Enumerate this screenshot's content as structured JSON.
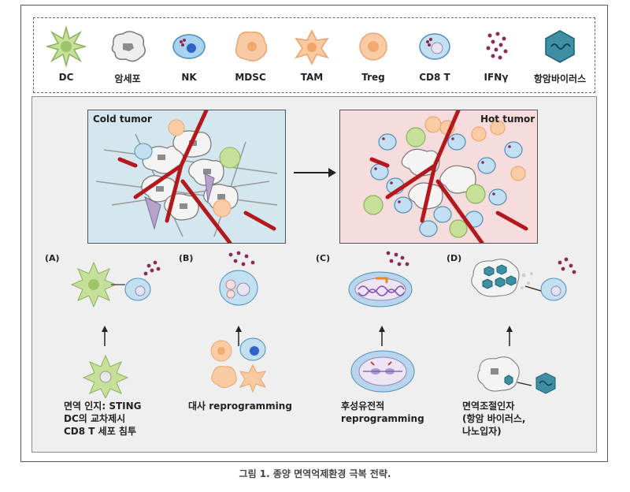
{
  "legend": {
    "items": [
      {
        "label": "DC",
        "icon": "dc-icon"
      },
      {
        "label": "암세포",
        "icon": "cancer-cell-icon"
      },
      {
        "label": "NK",
        "icon": "nk-cell-icon"
      },
      {
        "label": "MDSC",
        "icon": "mdsc-icon"
      },
      {
        "label": "TAM",
        "icon": "tam-icon"
      },
      {
        "label": "Treg",
        "icon": "treg-icon"
      },
      {
        "label": "CD8 T",
        "icon": "cd8-t-cell-icon"
      },
      {
        "label": "IFNγ",
        "icon": "ifn-gamma-icon"
      },
      {
        "label": "항암바이러스",
        "icon": "oncolytic-virus-icon"
      }
    ]
  },
  "tumors": {
    "cold": {
      "title": "Cold tumor",
      "bg": "#d4e6ee"
    },
    "hot": {
      "title": "Hot tumor",
      "bg": "#f6dcdc"
    }
  },
  "strategies": {
    "a": {
      "label": "(A)",
      "caption": [
        "면역 인지: STING",
        "DC의 교차제시",
        "CD8 T 세포 침투"
      ]
    },
    "b": {
      "label": "(B)",
      "caption": [
        "대사 reprogramming"
      ]
    },
    "c": {
      "label": "(C)",
      "caption": [
        "후성유전적",
        "reprogramming"
      ]
    },
    "d": {
      "label": "(D)",
      "caption": [
        "면역조절인자",
        "(항암 바이러스,",
        "나노입자)"
      ]
    }
  },
  "figure_caption": "그림 1. 종양 면역억제환경 극복 전략.",
  "colors": {
    "dc": "#b9d88a",
    "cancer": "#e3e3e3",
    "nk": "#a9d2ee",
    "mdsc": "#f7c9a2",
    "treg": "#f8cda5",
    "cd8": "#bcdcf0",
    "ifn": "#8b2a55",
    "virus": "#3f8fa4",
    "vessel": "#b3191c"
  }
}
